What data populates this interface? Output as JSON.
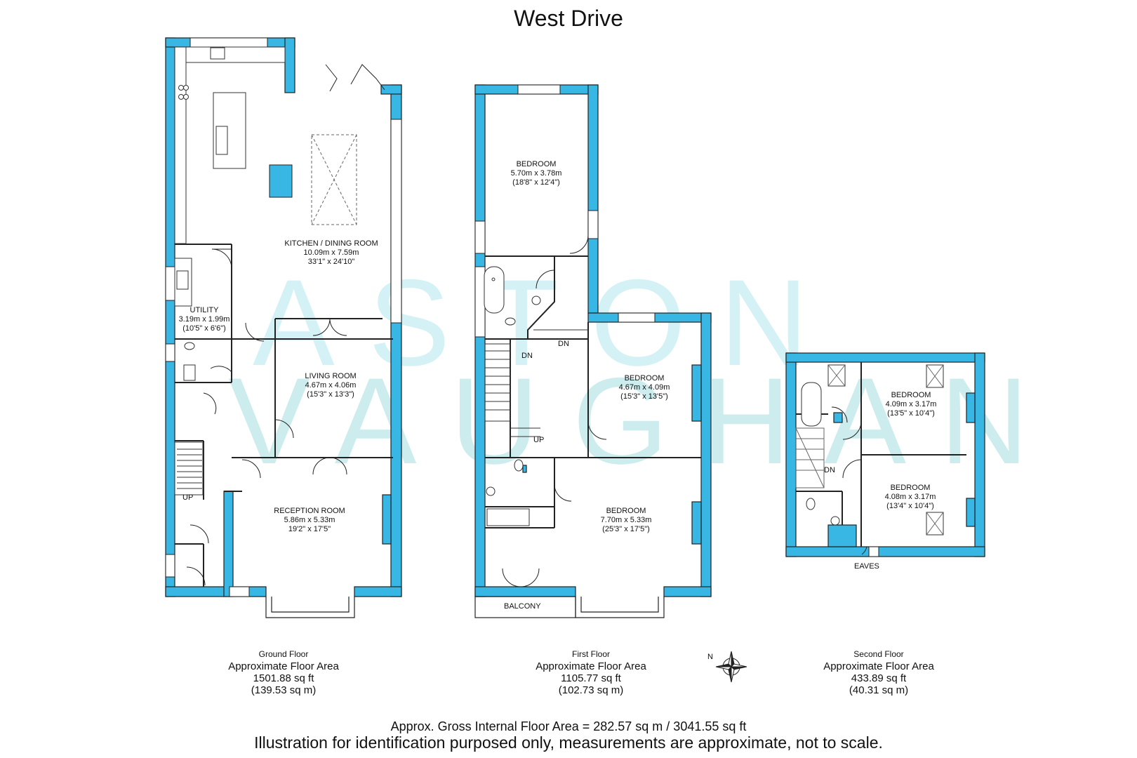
{
  "title": "West Drive",
  "watermark": {
    "line1": "ASTON",
    "line2": "VAUGHAN"
  },
  "colors": {
    "wall": "#39b7e4",
    "line": "#222222",
    "furniture": "#9a9a9a"
  },
  "ground_floor": {
    "rooms": {
      "kitchen": {
        "name": "KITCHEN / DINING ROOM",
        "metric": "10.09m x 7.59m",
        "imperial": "33'1\" x 24'10\""
      },
      "utility": {
        "name": "UTILITY",
        "metric": "3.19m x 1.99m",
        "imperial": "(10'5\" x 6'6\")"
      },
      "living": {
        "name": "LIVING ROOM",
        "metric": "4.67m x 4.06m",
        "imperial": "(15'3\" x 13'3\")"
      },
      "reception": {
        "name": "RECEPTION ROOM",
        "metric": "5.86m x 5.33m",
        "imperial": "19'2\" x 17'5\""
      }
    },
    "labels": {
      "up": "UP"
    },
    "summary": {
      "floor": "Ground Floor",
      "label": "Approximate Floor Area",
      "sqft": "1501.88 sq ft",
      "sqm": "(139.53 sq m)"
    }
  },
  "first_floor": {
    "rooms": {
      "bedroom_rear": {
        "name": "BEDROOM",
        "metric": "5.70m x  3.78m",
        "imperial": "(18'8\" x 12'4\")"
      },
      "bedroom_middle": {
        "name": "BEDROOM",
        "metric": "4.67m x  4.09m",
        "imperial": "(15'3\" x 13'5\")"
      },
      "bedroom_front": {
        "name": "BEDROOM",
        "metric": "7.70m x  5.33m",
        "imperial": "(25'3\" x 17'5\")"
      }
    },
    "labels": {
      "dn1": "DN",
      "dn2": "DN",
      "up": "UP",
      "balcony": "BALCONY"
    },
    "summary": {
      "floor": "First Floor",
      "label": "Approximate Floor Area",
      "sqft": "1105.77 sq ft",
      "sqm": "(102.73 sq m)"
    }
  },
  "second_floor": {
    "rooms": {
      "bedroom_upper": {
        "name": "BEDROOM",
        "metric": "4.09m x  3.17m",
        "imperial": "(13'5\" x 10'4\")"
      },
      "bedroom_lower": {
        "name": "BEDROOM",
        "metric": "4.08m x  3.17m",
        "imperial": "(13'4\" x 10'4\")"
      }
    },
    "labels": {
      "dn": "DN",
      "eaves": "EAVES"
    },
    "summary": {
      "floor": "Second Floor",
      "label": "Approximate Floor Area",
      "sqft": "433.89 sq ft",
      "sqm": "(40.31 sq m)"
    }
  },
  "compass": {
    "north": "N"
  },
  "footer": {
    "gross": "Approx. Gross Internal Floor Area =  282.57 sq m / 3041.55 sq ft",
    "disclaimer": "Illustration for identification purposed only, measurements are approximate, not to scale."
  }
}
